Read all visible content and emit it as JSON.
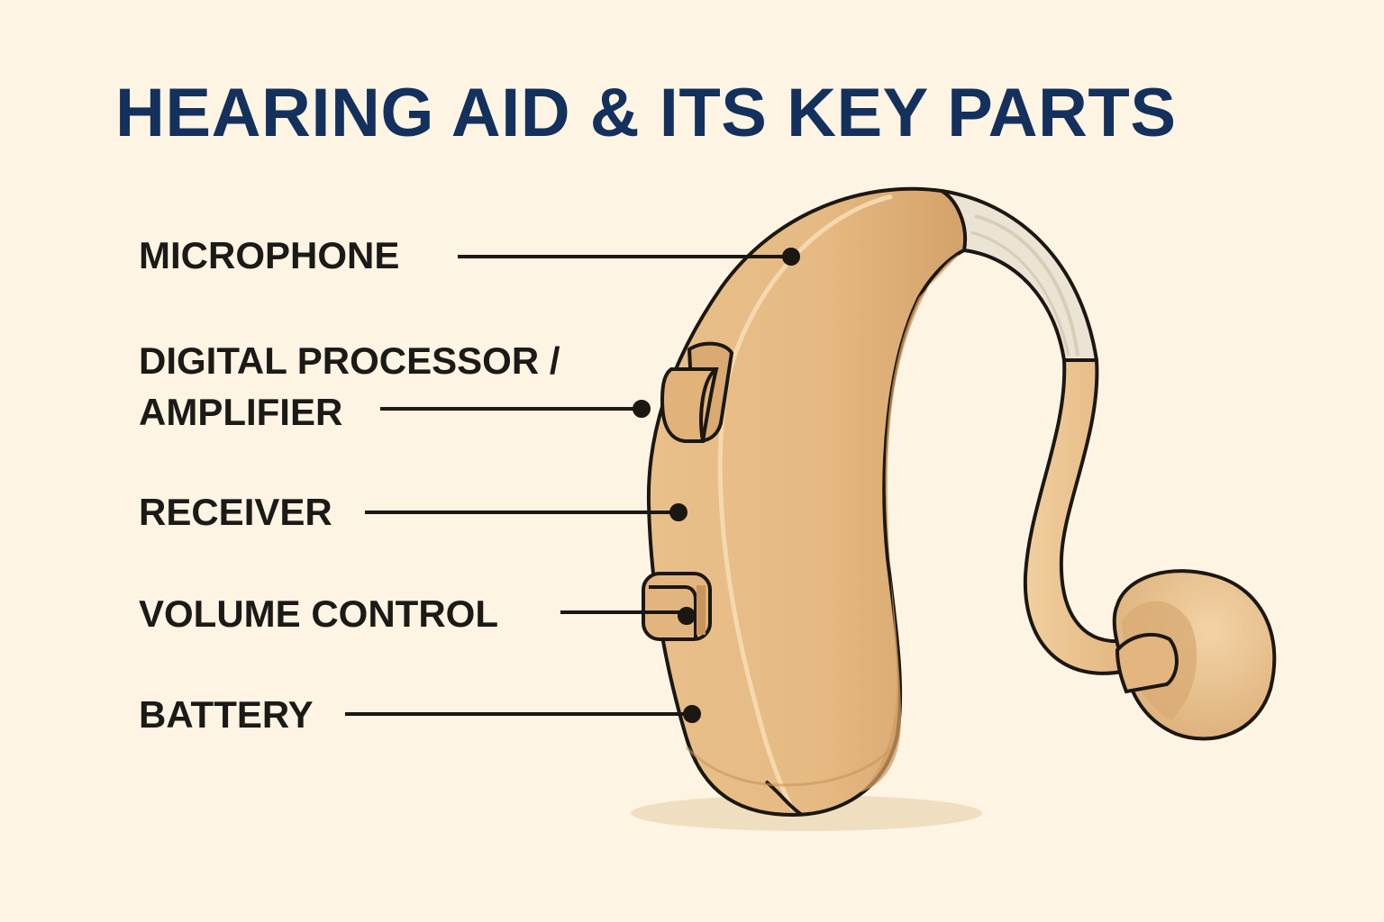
{
  "title": "HEARING AID & ITS KEY PARTS",
  "colors": {
    "background": "#fdf4e3",
    "title": "#14305c",
    "label": "#1c1a17",
    "body_light": "#ecc692",
    "body_mid": "#e2b57f",
    "body_dark": "#d3a26a",
    "tube_clear": "#ece5d6",
    "outline": "#1b1713"
  },
  "labels": [
    {
      "id": "microphone",
      "text": "MICROPHONE"
    },
    {
      "id": "processor_line1",
      "text": "DIGITAL PROCESSOR /"
    },
    {
      "id": "processor_line2",
      "text": "AMPLIFIER"
    },
    {
      "id": "receiver",
      "text": "RECEIVER"
    },
    {
      "id": "volume",
      "text": "VOLUME CONTROL"
    },
    {
      "id": "battery",
      "text": "BATTERY"
    }
  ]
}
